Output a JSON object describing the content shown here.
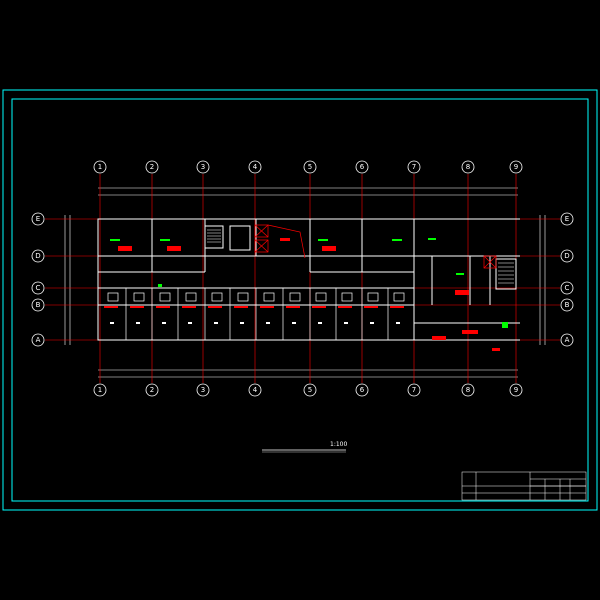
{
  "drawing": {
    "title": "",
    "scale": "1:100",
    "columns": [
      "1",
      "2",
      "3",
      "4",
      "5",
      "6",
      "7",
      "8",
      "9"
    ],
    "rows": [
      "E",
      "D",
      "C",
      "B",
      "A"
    ],
    "title_block": {
      "left_labels": [
        "",
        ""
      ],
      "cells": []
    }
  },
  "colors": {
    "background": "#000000",
    "frame": "#00ffff",
    "walls": "#ffffff",
    "axis": "#ff0000",
    "grid_bubble": "#ffffff",
    "equipment_red": "#ff0000",
    "equipment_green": "#00ff00",
    "dimension_lines": "#ffffff"
  }
}
